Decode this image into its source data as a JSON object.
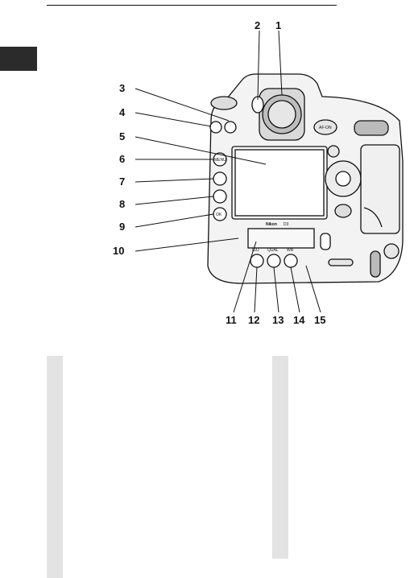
{
  "figure": {
    "callouts_top": [
      "2",
      "1"
    ],
    "callouts_left": [
      "3",
      "4",
      "5",
      "6",
      "7",
      "8",
      "9",
      "10"
    ],
    "callouts_bottom": [
      "11",
      "12",
      "13",
      "14",
      "15"
    ],
    "button_labels": {
      "menu": "MENU",
      "ok": "OK",
      "iso": "ISO",
      "qual": "QUAL",
      "wb": "WB",
      "af_on": "AF-ON",
      "brand": "Nikon",
      "model": "D3"
    }
  },
  "colors": {
    "panel_gray": "#e3e3e3",
    "chapter_tab": "#2b2b2b",
    "line": "#111111"
  }
}
